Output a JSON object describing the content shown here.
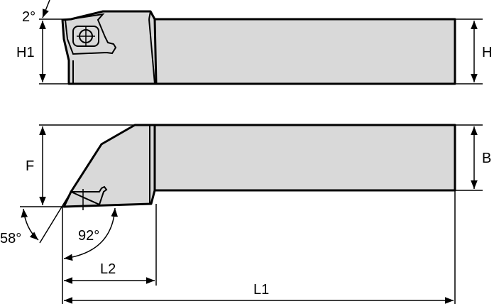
{
  "labels": {
    "angle_top": "2°",
    "h1": "H1",
    "h": "H",
    "f": "F",
    "b": "B",
    "angle_58": "58°",
    "angle_92": "92°",
    "l2": "L2",
    "l1": "L1"
  },
  "colors": {
    "body_fill": "#d9d9d9",
    "line": "#000000"
  }
}
